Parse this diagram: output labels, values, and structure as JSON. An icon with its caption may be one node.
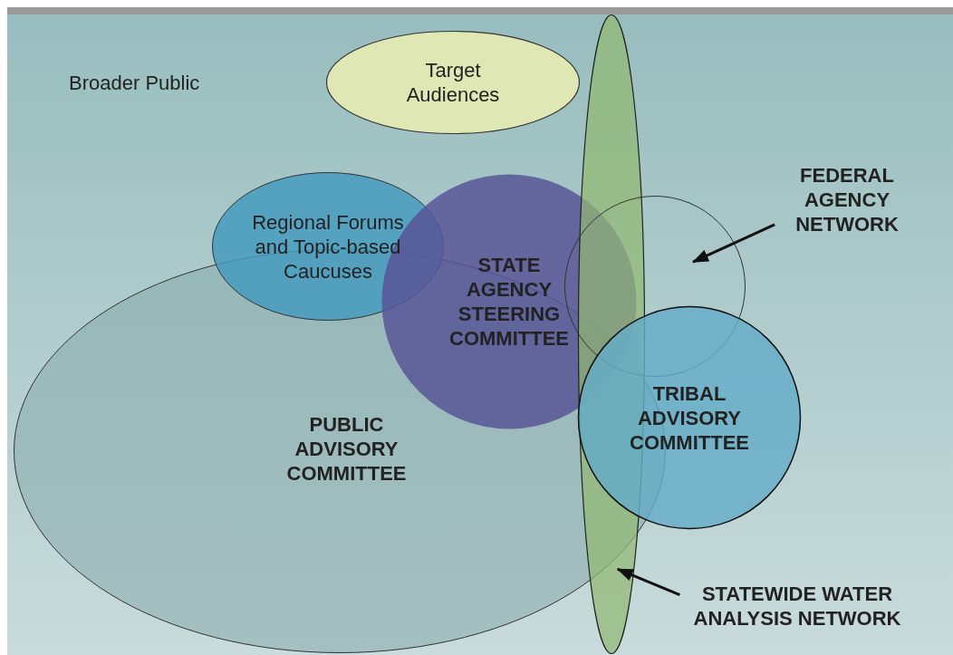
{
  "diagram": {
    "nodes": [
      {
        "text": [
          "Broader Public"
        ]
      },
      {
        "text": [
          "Target Audiences"
        ],
        "in": 0
      },
      {
        "text": [
          "PUBLIC ADVISORY COMMITTEE"
        ],
        "in": 0
      },
      {
        "text": [
          "Regional Forums and Topic-based Caucuses"
        ],
        "in": 0
      },
      {
        "text": [
          "STATE AGENCY STEERING COMMITTEE"
        ],
        "in": 0
      },
      {
        "text": [],
        "shape": "ellipse",
        "in": 0
      },
      {
        "text": [],
        "shape": "circle",
        "in": 0
      },
      {
        "text": [
          "TRIBAL ADVISORY COMMITTEE"
        ],
        "in": 0
      },
      {
        "text": [
          "FEDERAL AGENCY NETWORK"
        ],
        "in": 0
      },
      {
        "text": [
          "STATEWIDE WATER ANALYSIS NETWORK"
        ],
        "in": 0
      }
    ],
    "edges": [
      {
        "from": 8,
        "to": 6,
        "arrow": "to"
      },
      {
        "from": 9,
        "to": 5,
        "arrow": "to"
      }
    ]
  }
}
